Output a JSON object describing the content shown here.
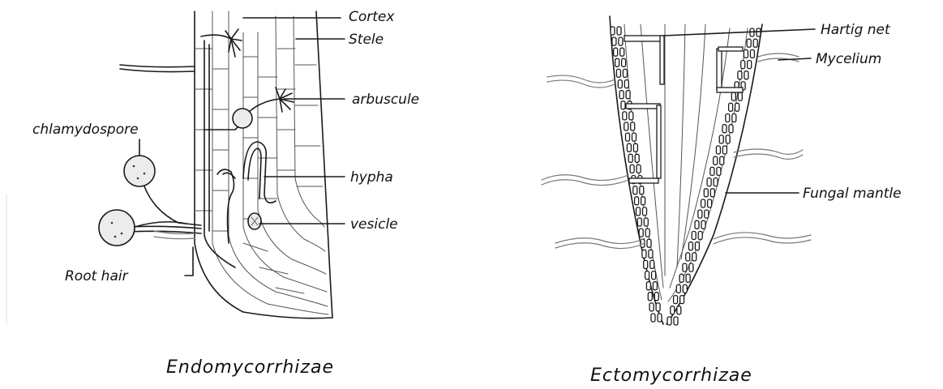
{
  "figure": {
    "left_panel": {
      "title": "Endomycorrhizae",
      "labels": {
        "cortex": "Cortex",
        "stele": "Stele",
        "arbuscule": "arbuscule",
        "chlamydospore": "chlamydospore",
        "hypha": "hypha",
        "vesicle": "vesicle",
        "root_hair": "Root hair"
      }
    },
    "right_panel": {
      "title": "Ectomycorrhizae",
      "labels": {
        "hartig_net": "Hartig net",
        "mycelium": "Mycelium",
        "fungal_mantle": "Fungal mantle"
      }
    }
  }
}
